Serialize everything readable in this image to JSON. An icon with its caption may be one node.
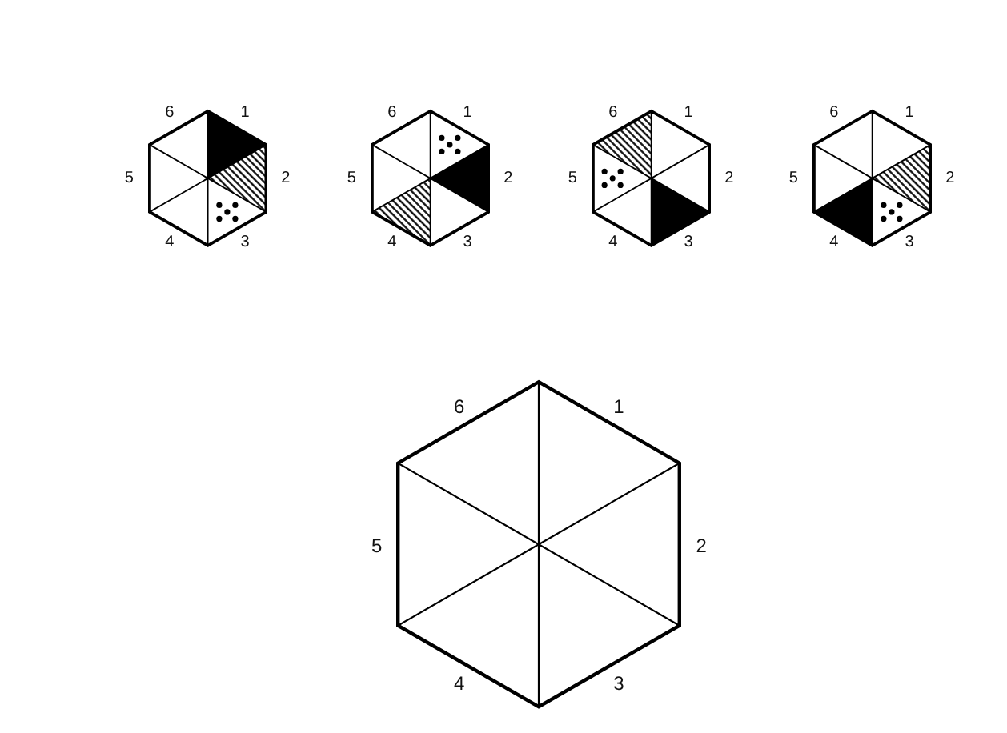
{
  "diagram": {
    "nodes": [
      {
        "text": [],
        "shape": "hexagon",
        "beside": [
          "6",
          "1",
          "5",
          "2",
          "4",
          "3"
        ]
      },
      {
        "text": [],
        "shape": "hexagon",
        "beside": [
          "6",
          "1",
          "5",
          "2",
          "4",
          "3"
        ]
      },
      {
        "text": [],
        "shape": "hexagon",
        "beside": [
          "6",
          "1",
          "5",
          "2",
          "4",
          "3"
        ]
      },
      {
        "text": [],
        "shape": "hexagon",
        "beside": [
          "6",
          "1",
          "5",
          "2",
          "4",
          "3"
        ]
      },
      {
        "text": [],
        "shape": "hexagon",
        "beside": [
          "6",
          "1",
          "5",
          "2",
          "4",
          "3"
        ]
      }
    ]
  }
}
